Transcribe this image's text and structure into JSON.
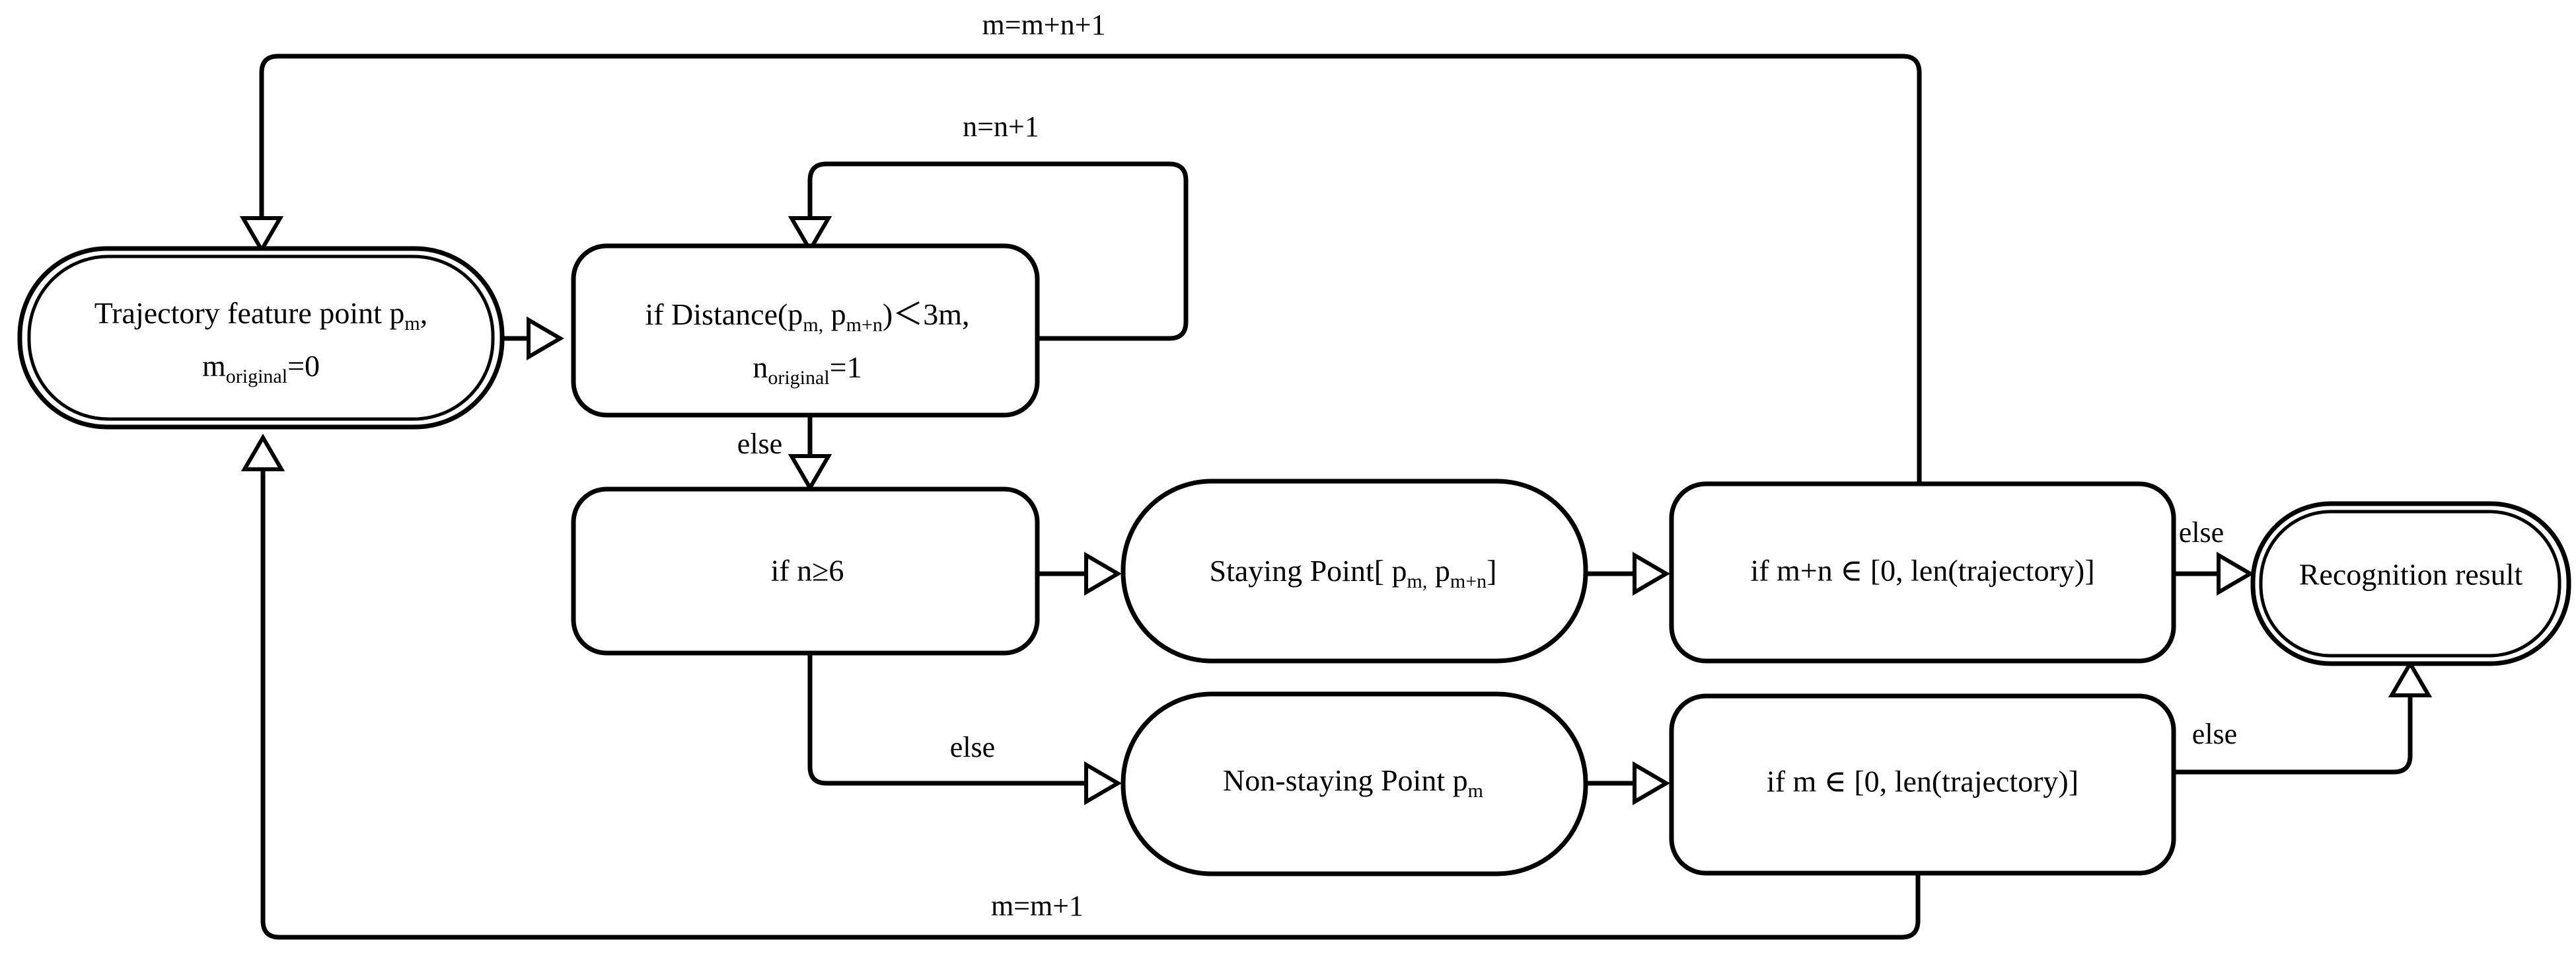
{
  "diagram": {
    "title": "Trajectory staying-point recognition flowchart",
    "type": "flowchart",
    "background_color": "#ffffff",
    "stroke_color": "#000000",
    "nodes": [
      {
        "id": "start",
        "shape": "terminal-double-rounded",
        "line1_a": "Trajectory feature point p",
        "line1_sub": "m",
        "line1_b": ",",
        "line2_a": "m",
        "line2_sub": "original",
        "line2_b": "=0"
      },
      {
        "id": "distance",
        "shape": "rounded-rect",
        "line1_a": "if Distance(p",
        "line1_sub1": "m,",
        "line1_b": " p",
        "line1_sub2": "m+n",
        "line1_c": ")＜3m,",
        "line2_a": "n",
        "line2_sub": "original",
        "line2_b": "=1"
      },
      {
        "id": "n-ge-6",
        "shape": "rounded-rect",
        "label": "if n≥6"
      },
      {
        "id": "staying-point",
        "shape": "stadium",
        "label_a": "Staying Point[ p",
        "label_sub1": "m,",
        "label_b": " p",
        "label_sub2": "m+n",
        "label_c": "]"
      },
      {
        "id": "check-mn-range",
        "shape": "rounded-rect",
        "label": "if m+n ∈ [0, len(trajectory)]"
      },
      {
        "id": "recognition-result",
        "shape": "terminal-double-rounded",
        "label": "Recognition result"
      },
      {
        "id": "non-staying-point",
        "shape": "stadium",
        "label_a": "Non-staying Point p",
        "label_sub": "m"
      },
      {
        "id": "check-m-range",
        "shape": "rounded-rect",
        "label": "if m ∈ [0, len(trajectory)]"
      }
    ],
    "edge_labels": {
      "top_loop": "m=m+n+1",
      "self_loop": "n=n+1",
      "else_down": "else",
      "else_lower_left": "else",
      "else_right_top": "else",
      "else_right_bottom": "else",
      "bottom_loop": "m=m+1"
    }
  }
}
